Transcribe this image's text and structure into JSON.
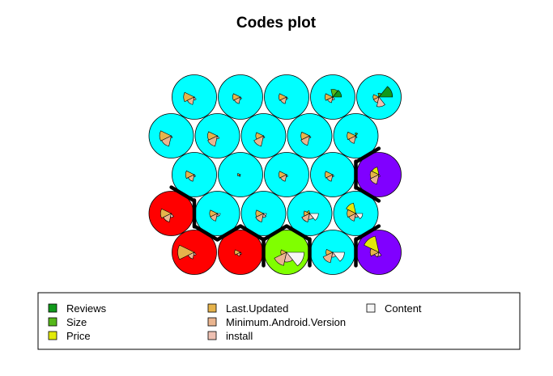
{
  "chart_data": {
    "type": "som-codes",
    "title": "Codes plot",
    "grid": {
      "rows": 5,
      "cols": 5,
      "topology": "hexagonal"
    },
    "variables": [
      {
        "name": "Reviews",
        "color": "#119A1B"
      },
      {
        "name": "Size",
        "color": "#55B81A"
      },
      {
        "name": "Price",
        "color": "#E2EA09"
      },
      {
        "name": "Last.Updated",
        "color": "#E6B34B"
      },
      {
        "name": "Minimum.Android.Version",
        "color": "#EAB58F"
      },
      {
        "name": "install",
        "color": "#EEC0B2"
      },
      {
        "name": "Content",
        "color": "#F6F6F6"
      }
    ],
    "cluster_colors": {
      "cyan": "#00FFFF",
      "red": "#FF0000",
      "purple": "#8000FF",
      "green": "#80FF00"
    },
    "units": [
      {
        "row": 1,
        "col": 1,
        "cluster": "red",
        "codes": [
          0,
          0,
          0,
          0.85,
          0.35,
          0.15,
          0
        ]
      },
      {
        "row": 1,
        "col": 2,
        "cluster": "red",
        "codes": [
          0,
          0,
          0,
          0.3,
          0.2,
          0.1,
          0
        ]
      },
      {
        "row": 1,
        "col": 3,
        "cluster": "green",
        "codes": [
          0,
          0,
          0,
          0.3,
          0.7,
          0.5,
          0.9
        ]
      },
      {
        "row": 1,
        "col": 4,
        "cluster": "cyan",
        "codes": [
          0,
          0,
          0,
          0.35,
          0.55,
          0.25,
          0.6
        ]
      },
      {
        "row": 1,
        "col": 5,
        "cluster": "purple",
        "codes": [
          0,
          0,
          0.85,
          0.45,
          0.25,
          0.2,
          0
        ]
      },
      {
        "row": 2,
        "col": 1,
        "cluster": "red",
        "codes": [
          0,
          0,
          0,
          0.55,
          0.45,
          0.2,
          0
        ]
      },
      {
        "row": 2,
        "col": 2,
        "cluster": "cyan",
        "codes": [
          0,
          0,
          0,
          0.4,
          0.4,
          0.15,
          0.15
        ]
      },
      {
        "row": 2,
        "col": 3,
        "cluster": "cyan",
        "codes": [
          0,
          0,
          0,
          0.4,
          0.45,
          0.2,
          0.15
        ]
      },
      {
        "row": 2,
        "col": 4,
        "cluster": "cyan",
        "codes": [
          0,
          0,
          0.15,
          0.3,
          0.45,
          0.3,
          0.45
        ]
      },
      {
        "row": 2,
        "col": 5,
        "cluster": "cyan",
        "codes": [
          0,
          0,
          0.55,
          0.45,
          0.4,
          0.2,
          0.35
        ]
      },
      {
        "row": 3,
        "col": 1,
        "cluster": "cyan",
        "codes": [
          0,
          0,
          0,
          0.45,
          0.35,
          0.1,
          0
        ]
      },
      {
        "row": 3,
        "col": 2,
        "cluster": "cyan",
        "codes": [
          0,
          0,
          0,
          0.15,
          0.1,
          0,
          0
        ]
      },
      {
        "row": 3,
        "col": 3,
        "cluster": "cyan",
        "codes": [
          0,
          0,
          0,
          0.4,
          0.35,
          0.1,
          0
        ]
      },
      {
        "row": 3,
        "col": 4,
        "cluster": "cyan",
        "codes": [
          0,
          0,
          0,
          0.4,
          0.35,
          0.1,
          0
        ]
      },
      {
        "row": 3,
        "col": 5,
        "cluster": "purple",
        "codes": [
          0,
          0,
          0.4,
          0.45,
          0.5,
          0.1,
          0
        ]
      },
      {
        "row": 4,
        "col": 1,
        "cluster": "cyan",
        "codes": [
          0,
          0,
          0,
          0.6,
          0.55,
          0.1,
          0
        ]
      },
      {
        "row": 4,
        "col": 2,
        "cluster": "cyan",
        "codes": [
          0,
          0,
          0,
          0.5,
          0.55,
          0.15,
          0
        ]
      },
      {
        "row": 4,
        "col": 3,
        "cluster": "cyan",
        "codes": [
          0,
          0,
          0,
          0.4,
          0.55,
          0.1,
          0
        ]
      },
      {
        "row": 4,
        "col": 4,
        "cluster": "cyan",
        "codes": [
          0,
          0,
          0,
          0.45,
          0.5,
          0.1,
          0
        ]
      },
      {
        "row": 4,
        "col": 5,
        "cluster": "cyan",
        "codes": [
          0,
          0.15,
          0,
          0.45,
          0.4,
          0.1,
          0
        ]
      },
      {
        "row": 5,
        "col": 1,
        "cluster": "cyan",
        "codes": [
          0,
          0,
          0,
          0.55,
          0.4,
          0.15,
          0
        ]
      },
      {
        "row": 5,
        "col": 2,
        "cluster": "cyan",
        "codes": [
          0,
          0,
          0,
          0.4,
          0.35,
          0.1,
          0
        ]
      },
      {
        "row": 5,
        "col": 3,
        "cluster": "cyan",
        "codes": [
          0,
          0,
          0,
          0.4,
          0.35,
          0.1,
          0
        ]
      },
      {
        "row": 5,
        "col": 4,
        "cluster": "cyan",
        "codes": [
          0.45,
          0.4,
          0,
          0.4,
          0.3,
          0.15,
          0
        ]
      },
      {
        "row": 5,
        "col": 5,
        "cluster": "cyan",
        "codes": [
          0.7,
          0.2,
          0,
          0.3,
          0.3,
          0.5,
          0
        ]
      }
    ],
    "boundaries": "cluster borders drawn as thick black hex edges",
    "legend": {
      "position": "bottom",
      "columns": 3
    }
  }
}
